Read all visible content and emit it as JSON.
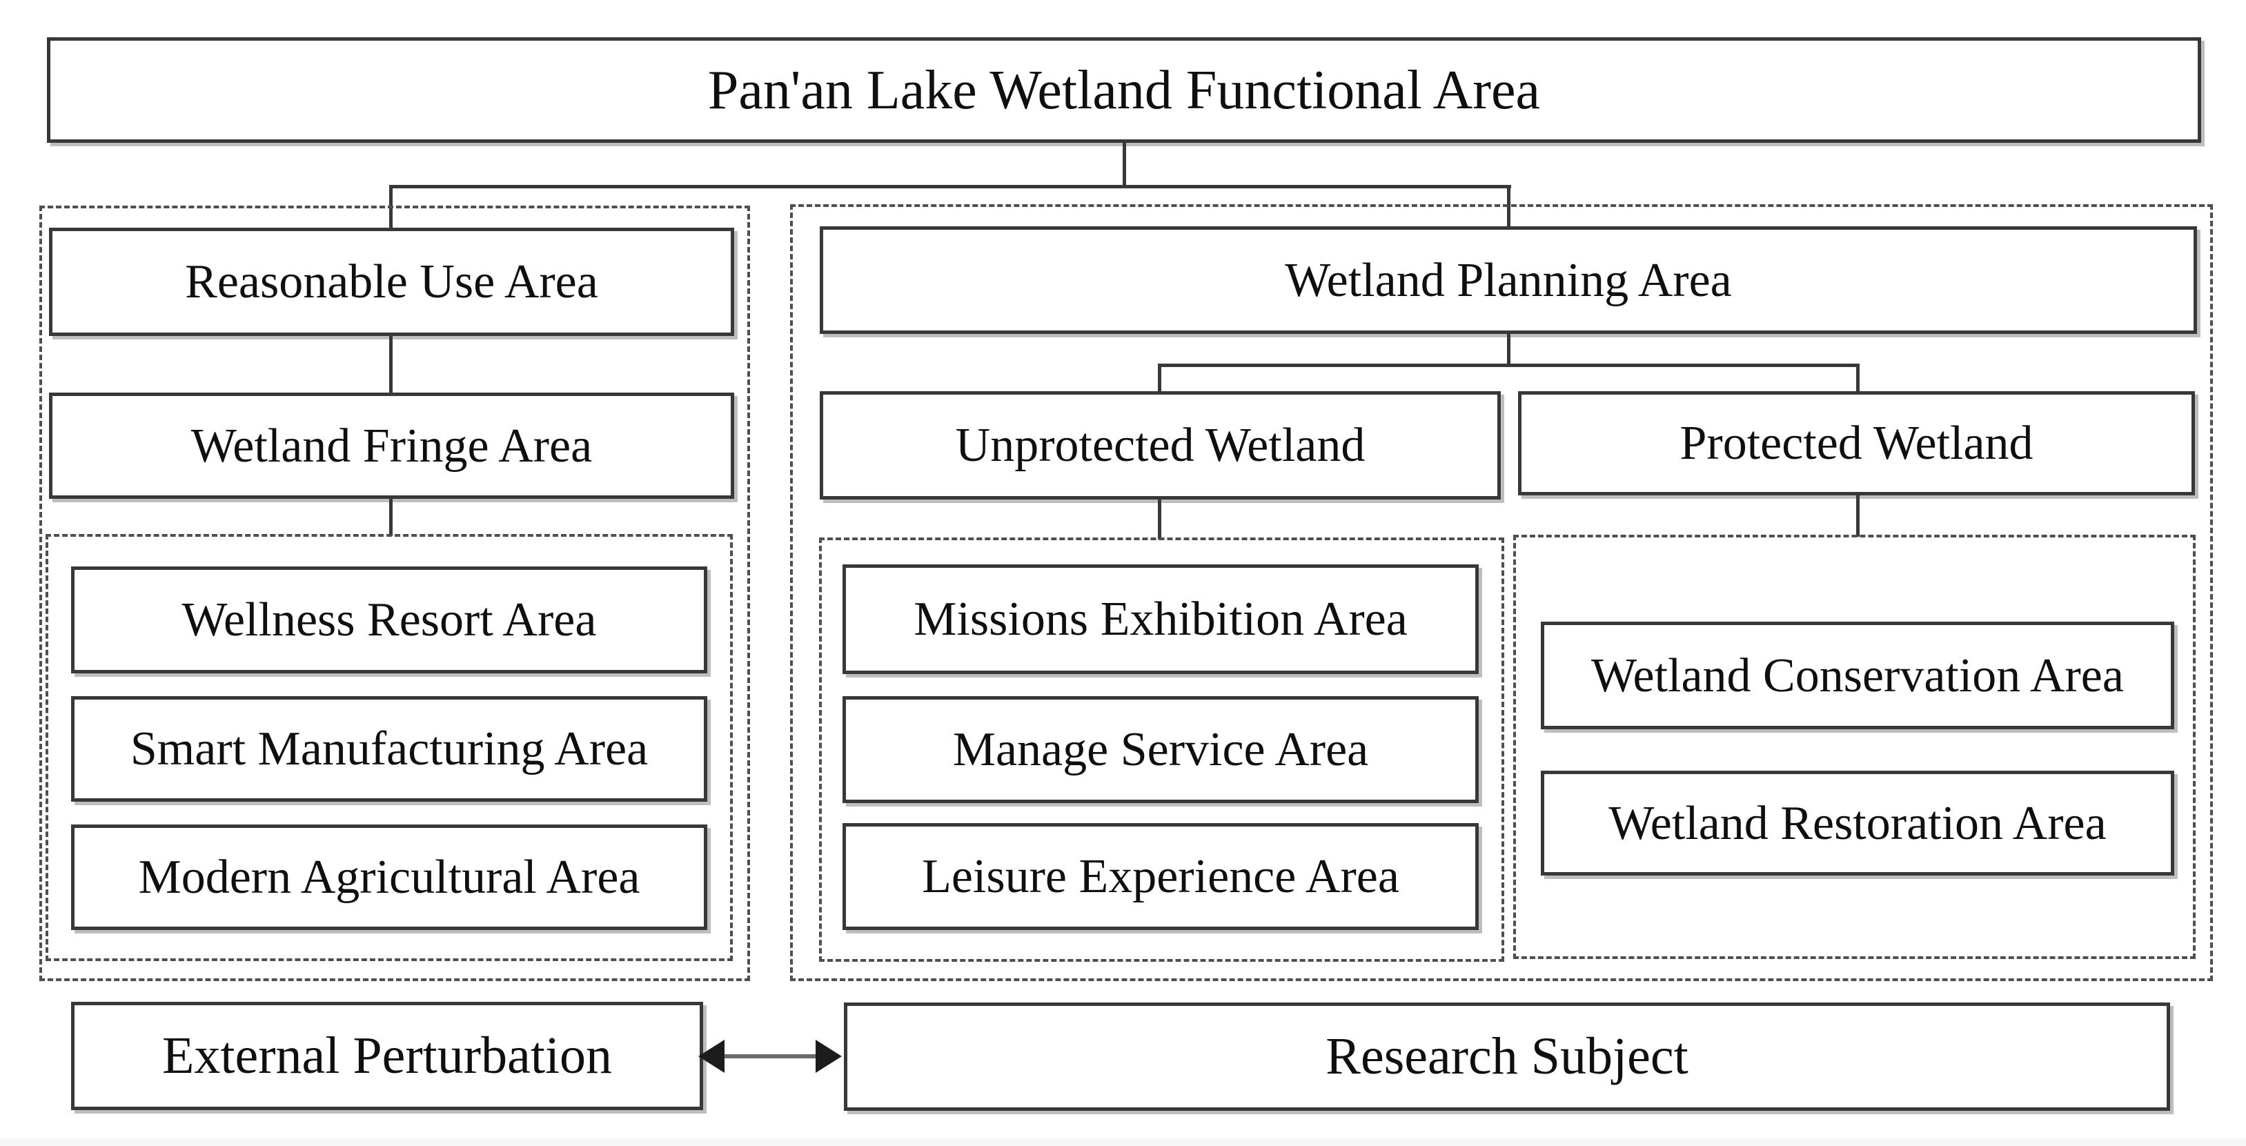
{
  "diagram": {
    "title": "Pan'an Lake Wetland Functional Area",
    "left_branch": {
      "parent": "Reasonable Use Area",
      "child": "Wetland Fringe Area",
      "leaves": [
        "Wellness Resort Area",
        "Smart Manufacturing Area",
        "Modern Agricultural Area"
      ]
    },
    "right_branch": {
      "parent": "Wetland Planning Area",
      "unprotected": {
        "label": "Unprotected Wetland",
        "leaves": [
          "Missions Exhibition Area",
          "Manage Service Area",
          "Leisure Experience Area"
        ]
      },
      "protected": {
        "label": "Protected Wetland",
        "leaves": [
          "Wetland Conservation Area",
          "Wetland Restoration Area"
        ]
      }
    },
    "bottom": {
      "left": "External Perturbation",
      "right": "Research Subject"
    },
    "colors": {
      "box_border": "#383838",
      "dashed_border": "#4f4f4f",
      "text": "#0f0f0f",
      "background": "#ffffff"
    }
  }
}
